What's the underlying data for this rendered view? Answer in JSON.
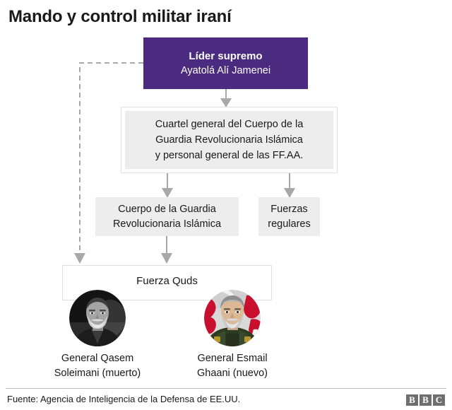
{
  "title": "Mando y control militar iraní",
  "nodes": {
    "supreme": {
      "role": "Líder supremo",
      "name": "Ayatolá Alí Jamenei"
    },
    "headquarters": {
      "line1": "Cuartel general del Cuerpo de la",
      "line2": "Guardia Revolucionaria Islámica",
      "line3": "y personal general de las FF.AA."
    },
    "irgc": {
      "line1": "Cuerpo de la Guardia",
      "line2": "Revolucionaria Islámica"
    },
    "regular_forces": {
      "line1": "Fuerzas",
      "line2": "regulares"
    },
    "quds": {
      "label": "Fuerza Quds"
    }
  },
  "commanders": [
    {
      "portrait": "portrait-qasem-soleimani",
      "caption_line1": "General Qasem",
      "caption_line2": "Soleimani (muerto)"
    },
    {
      "portrait": "portrait-esmail-ghaani",
      "caption_line1": "General Esmail",
      "caption_line2": "Ghaani (nuevo)"
    }
  ],
  "footer": {
    "source": "Fuente: Agencia de Inteligencia de la Defensa de EE.UU.",
    "logo": [
      "B",
      "B",
      "C"
    ]
  },
  "colors": {
    "supreme_box": "#4b2b80",
    "box_fill": "#ededed",
    "connector": "#a8a8a8",
    "logo_gray": "#6e6e6e",
    "text": "#191919"
  }
}
